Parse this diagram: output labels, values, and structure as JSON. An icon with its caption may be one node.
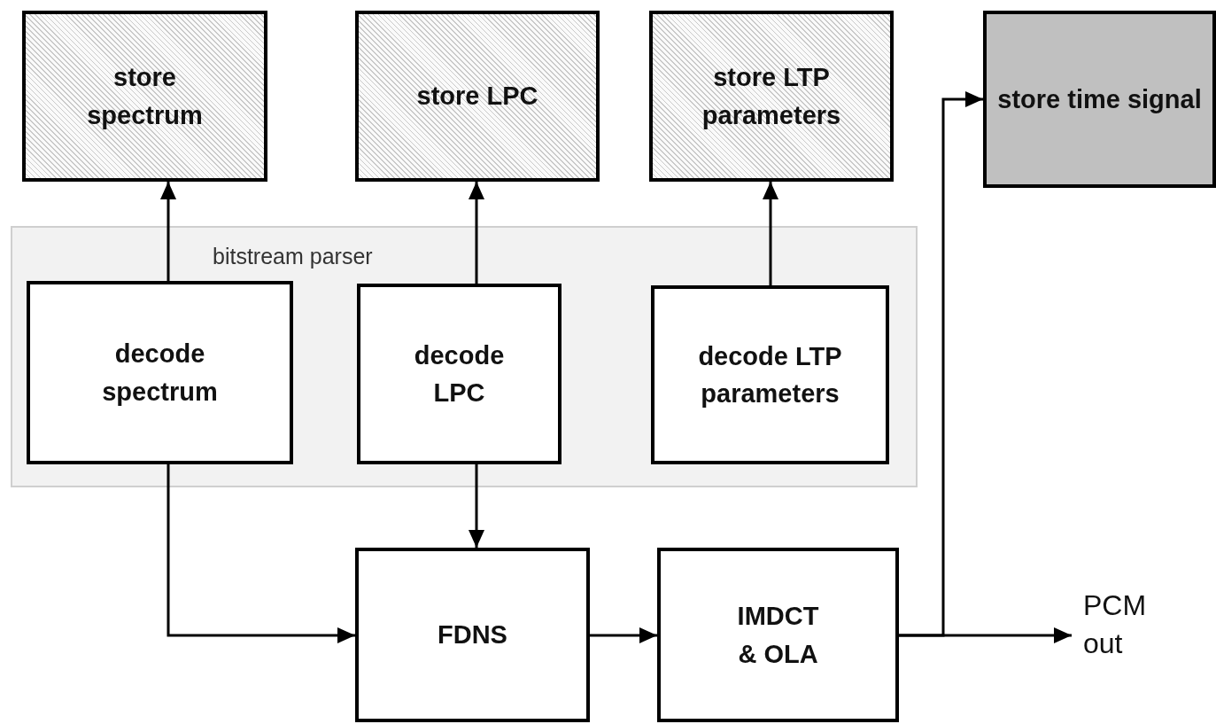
{
  "diagram": {
    "nodes": [
      {
        "text": [
          "store spectrum"
        ]
      },
      {
        "text": [
          "store LPC"
        ]
      },
      {
        "text": [
          "store LTP parameters"
        ]
      },
      {
        "text": [
          "store time signal"
        ]
      },
      {
        "text": [
          "bitstream parser"
        ]
      },
      {
        "text": [
          "decode spectrum"
        ],
        "in": 4
      },
      {
        "text": [
          "decode LPC"
        ],
        "in": 4
      },
      {
        "text": [
          "decode LTP parameters"
        ],
        "in": 4
      },
      {
        "text": [
          "FDNS"
        ]
      },
      {
        "text": [
          "IMDCT & OLA"
        ]
      },
      {
        "text": [
          "PCM out"
        ]
      }
    ],
    "edges": [
      {
        "from": 5,
        "to": 0,
        "arrow": "to"
      },
      {
        "from": 6,
        "to": 1,
        "arrow": "to"
      },
      {
        "from": 7,
        "to": 2,
        "arrow": "to"
      },
      {
        "from": 6,
        "to": 8,
        "arrow": "to"
      },
      {
        "from": 5,
        "to": 8,
        "arrow": "to"
      },
      {
        "from": 8,
        "to": 9,
        "arrow": "to"
      },
      {
        "from": 9,
        "to": 10,
        "arrow": "to"
      },
      {
        "from": 9,
        "to": 3,
        "arrow": "to"
      }
    ]
  }
}
